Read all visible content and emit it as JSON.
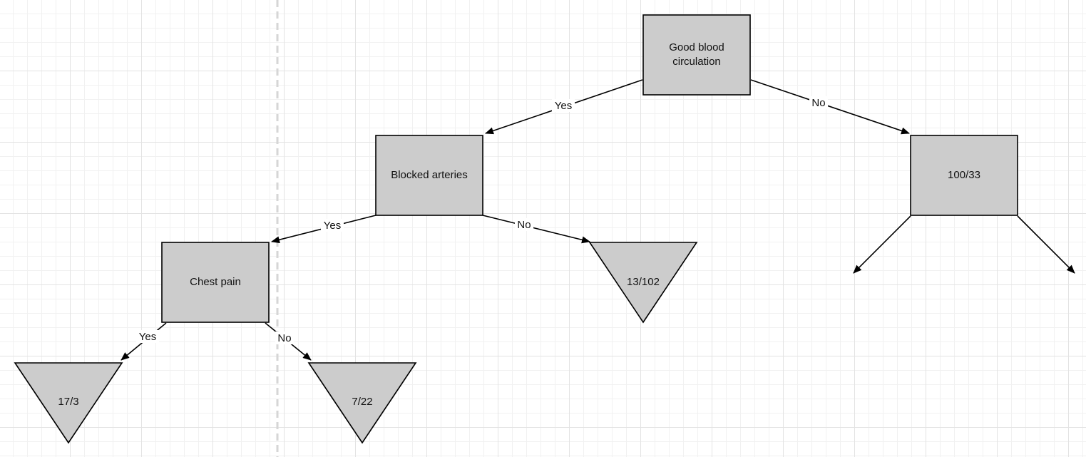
{
  "colors": {
    "node_fill": "#cccccc",
    "node_stroke": "#000000",
    "edge_stroke": "#000000",
    "divider": "#d6d6d6"
  },
  "nodes": {
    "good_blood_circulation": {
      "line1": "Good blood",
      "line2": "circulation"
    },
    "blocked_arteries": {
      "label": "Blocked arteries"
    },
    "chest_pain": {
      "label": "Chest pain"
    },
    "leaf_100_33": {
      "label": "100/33"
    },
    "leaf_13_102": {
      "label": "13/102"
    },
    "leaf_17_3": {
      "label": "17/3"
    },
    "leaf_7_22": {
      "label": "7/22"
    }
  },
  "edges": {
    "root_yes": "Yes",
    "root_no": "No",
    "blocked_yes": "Yes",
    "blocked_no": "No",
    "chest_yes": "Yes",
    "chest_no": "No"
  }
}
